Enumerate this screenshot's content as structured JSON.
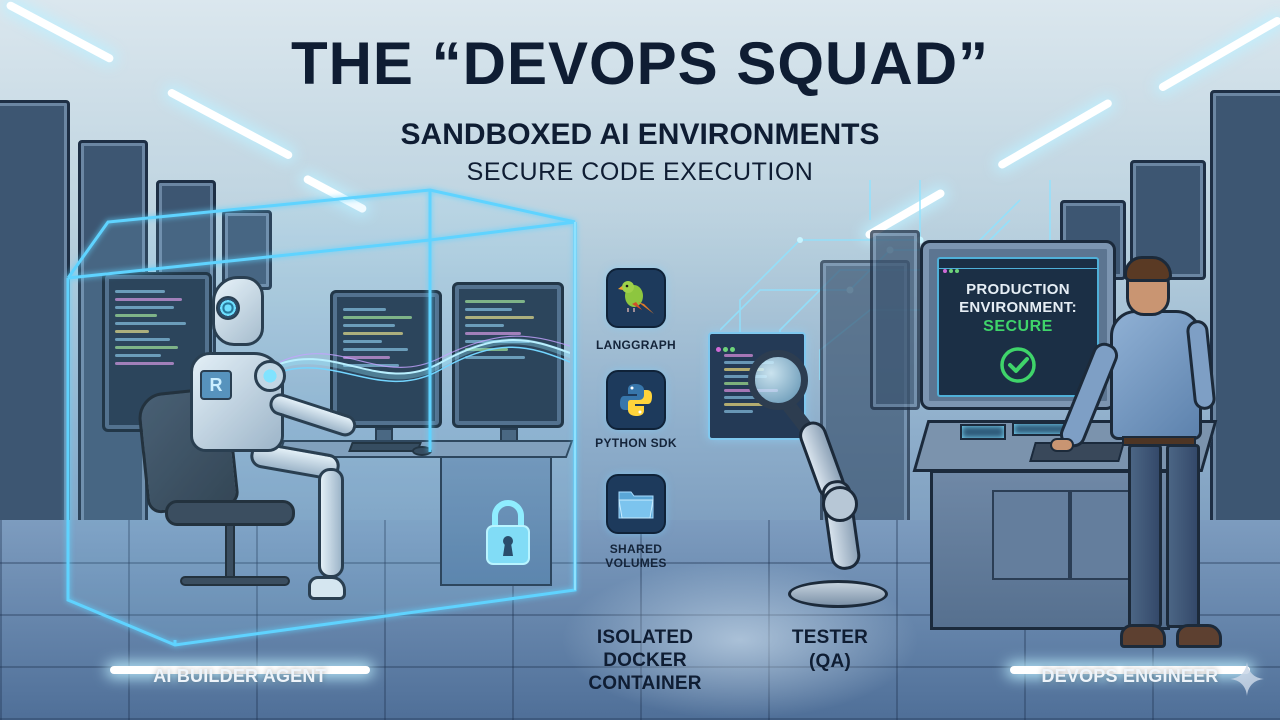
{
  "header": {
    "title": "THE “DEVOPS SQUAD”",
    "subtitle": "SANDBOXED AI ENVIRONMENTS",
    "tagline": "SECURE CODE EXECUTION"
  },
  "tools": [
    {
      "label": "LANGGRAPH",
      "icon": "parrot-icon"
    },
    {
      "label": "PYTHON SDK",
      "icon": "python-logo-icon"
    },
    {
      "label": "SHARED\nVOLUMES",
      "label_line1": "SHARED",
      "label_line2": "VOLUMES",
      "icon": "folder-icon"
    }
  ],
  "production_screen": {
    "line1": "PRODUCTION",
    "line2": "ENVIRONMENT:",
    "status": "SECURE",
    "status_icon": "check-circle-icon"
  },
  "captions": {
    "ai_builder": "AI BUILDER AGENT",
    "container_line1": "ISOLATED",
    "container_line2": "DOCKER",
    "container_line3": "CONTAINER",
    "tester_line1": "TESTER",
    "tester_line2": "(QA)",
    "devops": "DEVOPS ENGINEER"
  },
  "colors": {
    "title_text": "#0f1d33",
    "glass_glow": "#5fd3ff",
    "secure_green": "#3fd46a",
    "tool_tile": "#1d3a5c",
    "sky_top": "#c9dbe6",
    "floor": "#4f6f98"
  }
}
